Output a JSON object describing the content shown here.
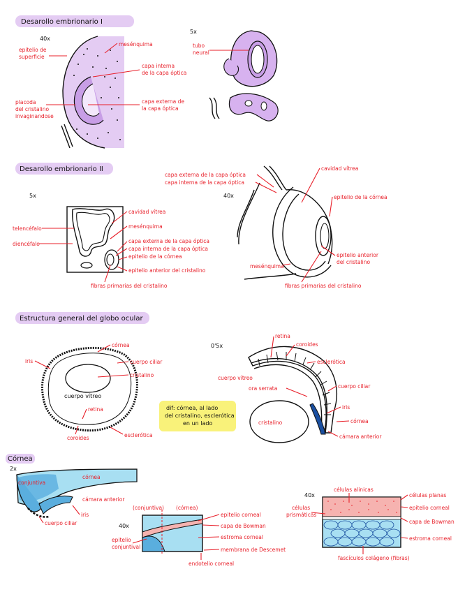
{
  "sections": {
    "s1": "Desarollo embrionario I",
    "s2": "Desarollo embrionario II",
    "s3": "Estructura general del globo ocular",
    "s4": "Córnea"
  },
  "mags": {
    "m1": "40x",
    "m2": "5x",
    "m3": "5x",
    "m4": "40x",
    "m5": "0'5x",
    "m6": "2x",
    "m7": "40x",
    "m8": "40x"
  },
  "s1": {
    "mesenquima": "mesénquima",
    "epitelio1": "epitelio de",
    "epitelio2": "superficie",
    "capa_int1": "capa interna",
    "capa_int2": "de la capa óptica",
    "placoda1": "placoda",
    "placoda2": "del cristalino",
    "placoda3": "invaginandose",
    "capa_ext1": "capa externa de",
    "capa_ext2": "la capa óptica",
    "tubo1": "tubo",
    "tubo2": "neural"
  },
  "s2": {
    "telencefalo": "telencéfalo",
    "diencefalo": "diencéfalo",
    "cavidad": "cavidad vítrea",
    "mesenquima": "mesénquima",
    "capa_ext": "capa externa de la capa óptica",
    "capa_int": "capa interna de la capa óptica",
    "epitelio_cornea": "epitelio de la córnea",
    "epitelio_crist": "epitelio anterior del cristalino",
    "fibras": "fibras primarias del cristalino",
    "r_capa_ext": "capa externa de la capa óptica",
    "r_capa_int": "capa interna de la capa óptica",
    "r_cavidad": "cavidad vítrea",
    "r_epitelio_cornea": "epitelio de la córnea",
    "r_epi1": "epitelio anterior",
    "r_epi2": "del cristalino",
    "r_mesenquima": "mesénquima",
    "r_fibras": "fibras primarias del cristalino"
  },
  "s3": {
    "cornea": "córnea",
    "iris": "iris",
    "cuerpo": "cuerpo ciliar",
    "cristalino": "cristalino",
    "vitreo": "cuerpo vítreo",
    "retina": "retina",
    "coroides": "coroides",
    "esclerotica": "esclerótica",
    "note1": "dif: córnea, al lado",
    "note2": "del cristalino, esclerótica",
    "note3": "en un lado",
    "r_retina": "retina",
    "r_coroides": "coroides",
    "r_esclerotica": "esclerótica",
    "r_vitreo": "cuerpo vítreo",
    "r_serrata": "ora serrata",
    "r_cuerpo": "cuerpo ciliar",
    "r_iris": "iris",
    "r_cristalino": "cristalino",
    "r_cornea": "córnea",
    "r_camara": "cámara anterior"
  },
  "s4": {
    "conjuntiva": "conjuntiva",
    "cornea": "córnea",
    "camara": "cámara anterior",
    "iris": "iris",
    "cuerpo": "cuerpo ciliar",
    "h_conj": "(conjuntiva)",
    "h_cornea": "(córnea)",
    "epi_conj1": "epitelio",
    "epi_conj2": "conjuntival",
    "epi_corneal": "epitelio corneal",
    "bowman": "capa de Bowman",
    "estroma": "estroma corneal",
    "descemet": "membrana de Descemet",
    "endotelio": "endotelio corneal",
    "cel_alinicas": "células alinicas",
    "cel_planas": "células planas",
    "cel_prism1": "células",
    "cel_prism2": "prismáticas",
    "epi_corneal2": "epitelio corneal",
    "bowman2": "capa de Bowman",
    "estroma2": "estroma corneal",
    "fasciculos": "fascículos colágeno (fibras)"
  },
  "colors": {
    "label_red": "#e8202a",
    "lilac": "#e4ccf3",
    "purple": "#b07ad8",
    "light_blue": "#a8dff2",
    "mid_blue": "#5aaede",
    "dark_blue": "#1a4fa0",
    "yellow": "#f9f27a",
    "pink": "#f6b3b0"
  }
}
